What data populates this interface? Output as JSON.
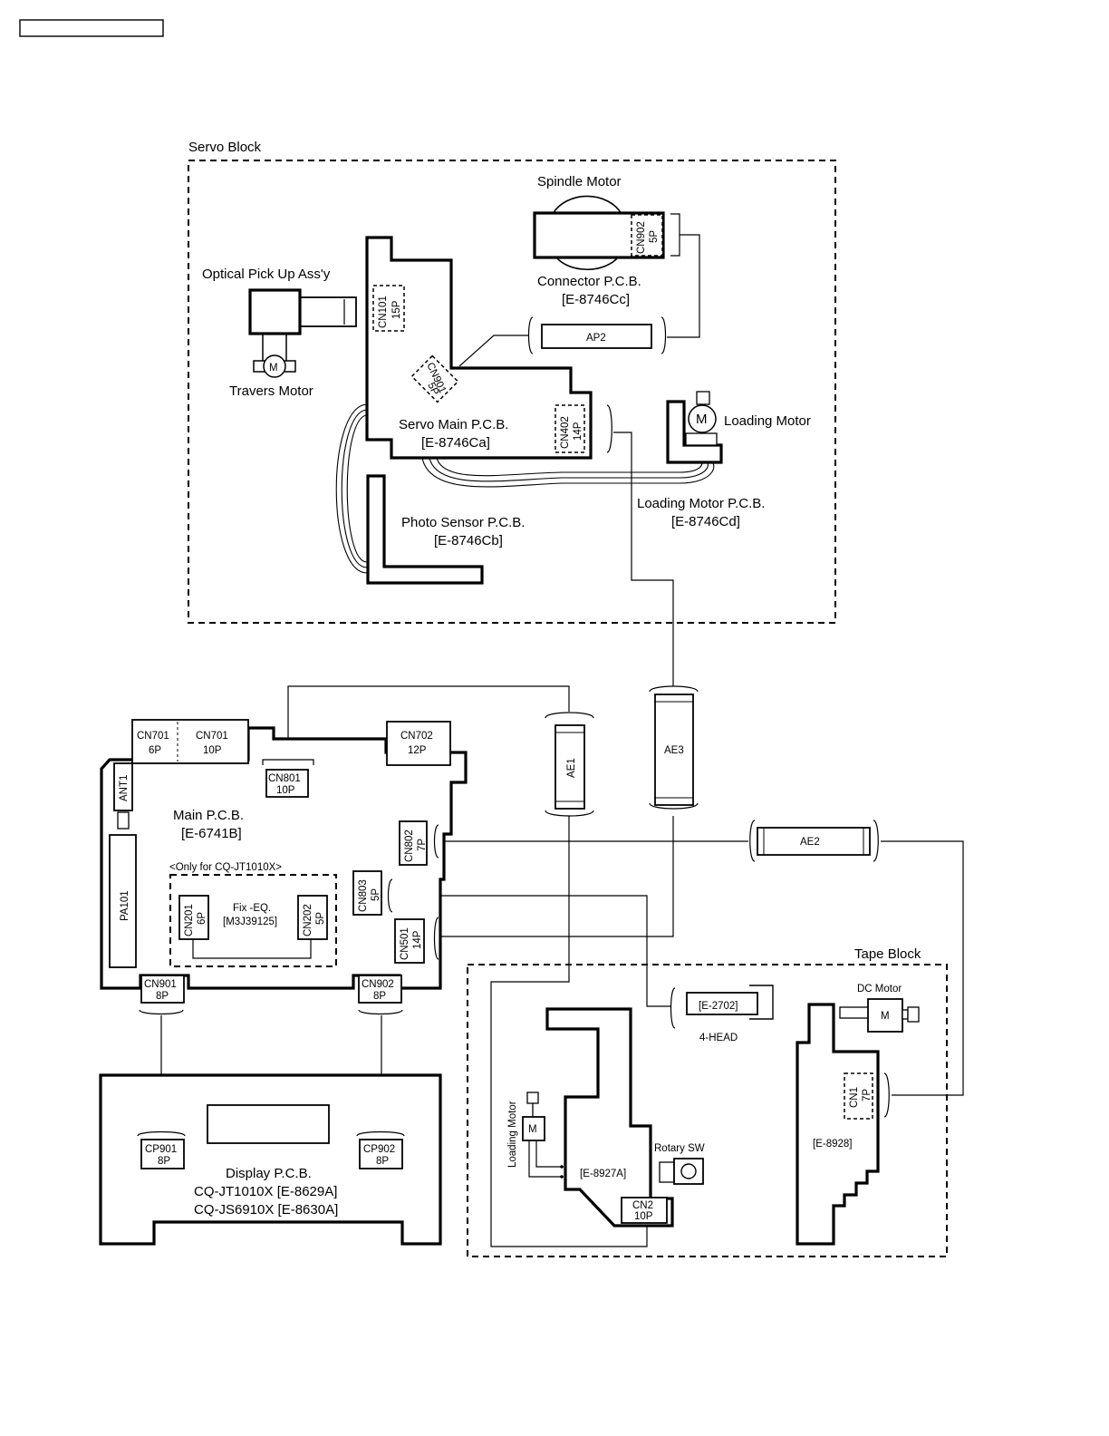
{
  "header_box": "",
  "servo_block": {
    "title": "Servo Block",
    "spindle_motor": "Spindle Motor",
    "cn902_top": "CN902",
    "cn902_bottom": "5P",
    "connector_pcb_name": "Connector P.C.B.",
    "connector_pcb_code": "[E-8746Cc]",
    "optical_pickup": "Optical Pick Up Ass'y",
    "travers_motor": "Travers Motor",
    "motor_symbol": "M",
    "cn101_top": "CN101",
    "cn101_bottom": "15P",
    "ap2": "AP2",
    "cn901_top": "CN901",
    "cn901_bottom": "5P",
    "servo_main_name": "Servo Main P.C.B.",
    "servo_main_code": "[E-8746Ca]",
    "cn402_top": "CN402",
    "cn402_bottom": "14P",
    "loading_motor": "Loading Motor",
    "loading_motor_pcb_name": "Loading Motor P.C.B.",
    "loading_motor_pcb_code": "[E-8746Cd]",
    "photo_sensor_name": "Photo Sensor P.C.B.",
    "photo_sensor_code": "[E-8746Cb]"
  },
  "main_section": {
    "cn701_6p_top": "CN701",
    "cn701_6p_bottom": "6P",
    "cn701_10p_top": "CN701",
    "cn701_10p_bottom": "10P",
    "cn702_top": "CN702",
    "cn702_bottom": "12P",
    "cn801_top": "CN801",
    "cn801_bottom": "10P",
    "ae1": "AE1",
    "ae3": "AE3",
    "ae2": "AE2",
    "ant1": "ANT1",
    "main_pcb_name": "Main P.C.B.",
    "main_pcb_code": "[E-6741B]",
    "pa101": "PA101",
    "only_for": "<Only for CQ-JT1010X>",
    "cn201_top": "CN201",
    "cn201_bottom": "6P",
    "fix_eq_name": "Fix -EQ.",
    "fix_eq_code": "[M3J39125]",
    "cn202_top": "CN202",
    "cn202_bottom": "5P",
    "cn802_top": "CN802",
    "cn802_bottom": "7P",
    "cn803_top": "CN803",
    "cn803_bottom": "5P",
    "cn501_top": "CN501",
    "cn501_bottom": "14P",
    "cn901_top": "CN901",
    "cn901_bottom": "8P",
    "cn902_top": "CN902",
    "cn902_bottom": "8P"
  },
  "display_section": {
    "cp901_top": "CP901",
    "cp901_bottom": "8P",
    "cp902_top": "CP902",
    "cp902_bottom": "8P",
    "display_pcb_name": "Display P.C.B.",
    "display_model_1": "CQ-JT1010X [E-8629A]",
    "display_model_2": "CQ-JS6910X [E-8630A]"
  },
  "tape_block": {
    "title": "Tape Block",
    "dc_motor": "DC Motor",
    "motor_symbol": "M",
    "head_code": "[E-2702]",
    "head_name": "4-HEAD",
    "cn1_top": "CN1",
    "cn1_bottom": "7P",
    "e8928": "[E-8928]",
    "loading_motor": "Loading Motor",
    "rotary_sw": "Rotary SW",
    "e8927a": "[E-8927A]",
    "cn2_top": "CN2",
    "cn2_bottom": "10P"
  }
}
